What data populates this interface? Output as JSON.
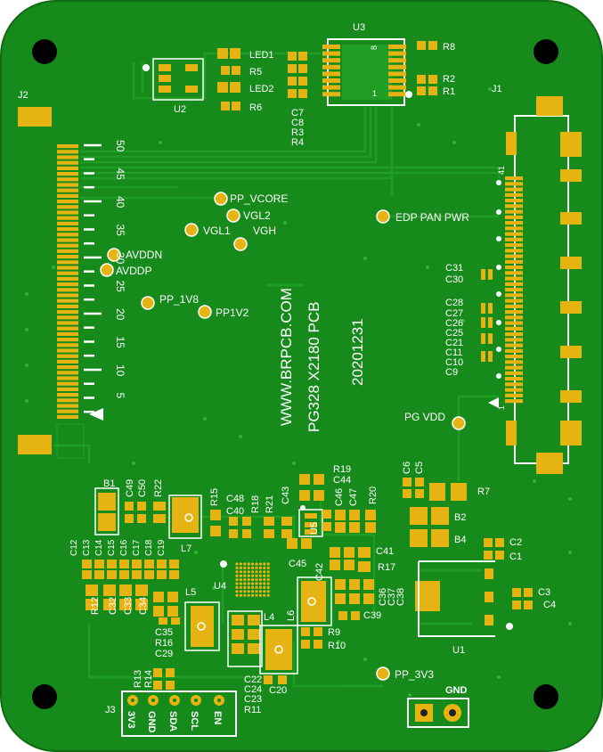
{
  "colors": {
    "board": "#178a1c",
    "board_light": "#23a42a",
    "trace": "#1f9d24",
    "pad": "#e5b412",
    "pad_dark": "#c99a08",
    "silk": "#ffffff",
    "hole": "#000000"
  },
  "silk_text": {
    "website": "WWW.BRPCB.COM",
    "product": "PG328  X2180  PCB",
    "date": "20201231",
    "conn_j1": "J1",
    "conn_j2": "J2",
    "conn_j3": "J3",
    "u1": "U1",
    "u2": "U2",
    "u3": "U3",
    "u4": "U4",
    "u5": "U5",
    "b1": "B1",
    "b2": "B2",
    "b4": "B4",
    "l4": "L4",
    "l5": "L5",
    "l6": "L6",
    "l7": "L7",
    "led1": "LED1",
    "led2": "LED2",
    "r1": "R1",
    "r2": "R2",
    "r5": "R5",
    "r6": "R6",
    "r7": "R7",
    "r8": "R8",
    "r9": "R9",
    "r10": "R10",
    "r11": "R11",
    "r12": "R12",
    "r13": "R13",
    "r14": "R14",
    "r15": "R15",
    "r16": "R16",
    "r17": "R17",
    "r18": "R18",
    "r19": "R19",
    "r20": "R20",
    "r21": "R21",
    "r22": "R22",
    "c_stack_u3": [
      "C7",
      "C8",
      "R3",
      "R4"
    ],
    "c1": "C1",
    "c2": "C2",
    "c3": "C3",
    "c4": "C4",
    "c5": "C5",
    "c6": "C6",
    "c_j1_a": [
      "C31",
      "C30"
    ],
    "c_j1_b": [
      "C28",
      "C27",
      "C26",
      "C25",
      "C21",
      "C11",
      "C10",
      "C9"
    ],
    "c_left_vert": [
      "C12",
      "C13",
      "C14",
      "C15",
      "C16",
      "C17",
      "C18",
      "C19"
    ],
    "c_left_low": [
      "C32",
      "C33",
      "C34"
    ],
    "c35": "C35",
    "c29": "C29",
    "c36": "C36",
    "c37": "C37",
    "c38": "C38",
    "c39": "C39",
    "c40": "C40",
    "c41": "C41",
    "c42": "C42",
    "c43": "C43",
    "c44": "C44",
    "c45": "C45",
    "c46": "C46",
    "c47": "C47",
    "c48": "C48",
    "c49": "C49",
    "c50": "C50",
    "c_bottom": [
      "C22",
      "C24",
      "C23"
    ],
    "c20": "C20",
    "pin_u3_8": "8",
    "pin_u3_1": "1",
    "pin_j1_41": "41",
    "pin_j1_1": "1",
    "j2_pins": [
      "50",
      "45",
      "40",
      "35",
      "30",
      "25",
      "20",
      "15",
      "10",
      "5"
    ],
    "gnd": "GND",
    "j3_pins": [
      "3V3",
      "GND",
      "SDA",
      "SCL",
      "EN"
    ]
  },
  "test_points": {
    "pp_vcore": "PP_VCORE",
    "vgl2": "VGL2",
    "vgl1": "VGL1",
    "vgh": "VGH",
    "edp_pan_pwr": "EDP PAN PWR",
    "avddn": "AVDDN",
    "avddp": "AVDDP",
    "pp_1v8": "PP_1V8",
    "pp1v2": "PP1V2",
    "pg_vdd": "PG VDD",
    "pp_3v3": "PP_3V3"
  }
}
